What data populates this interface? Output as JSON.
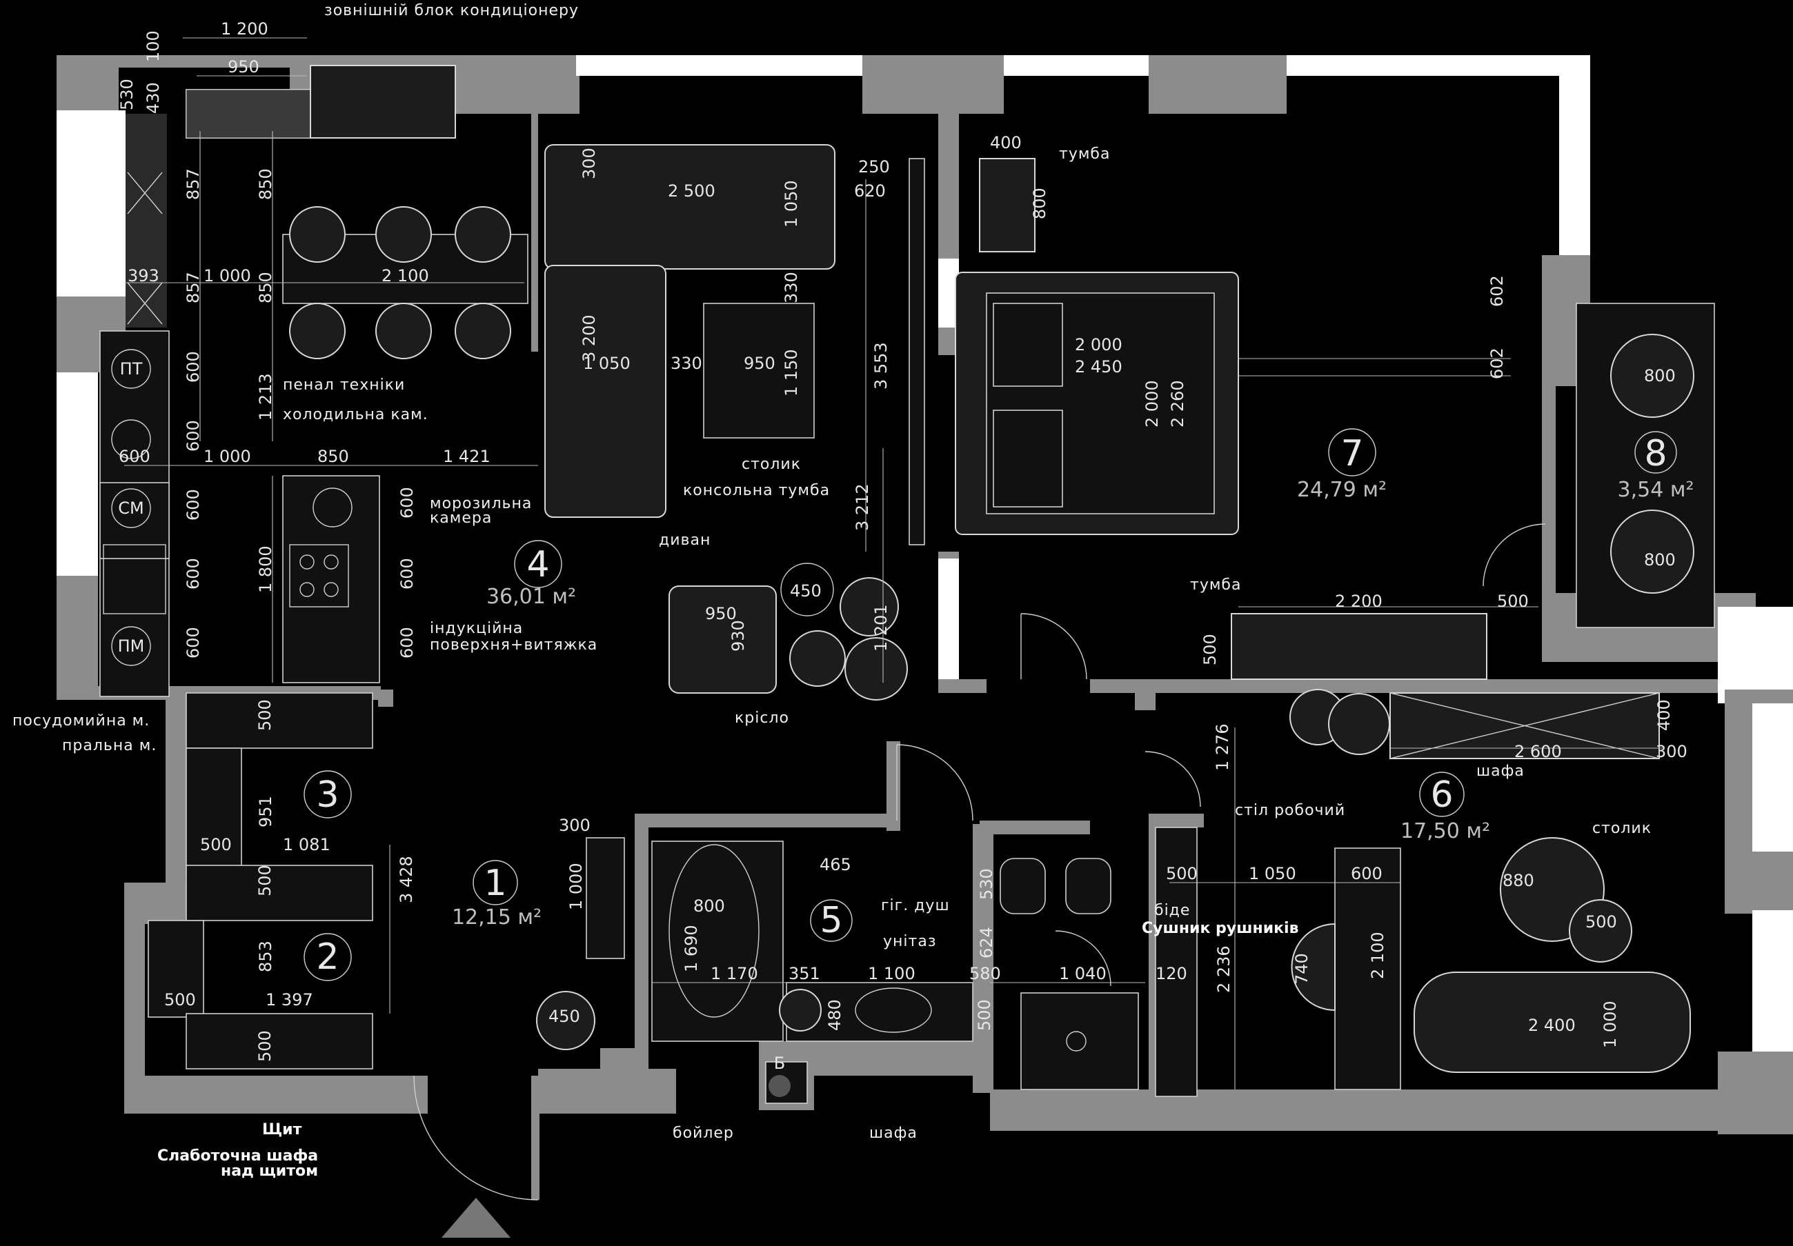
{
  "rooms": [
    {
      "id": "1",
      "number": "1",
      "area": "12,15 м²"
    },
    {
      "id": "2",
      "number": "2",
      "area": ""
    },
    {
      "id": "3",
      "number": "3",
      "area": ""
    },
    {
      "id": "4",
      "number": "4",
      "area": "36,01 м²"
    },
    {
      "id": "5",
      "number": "5",
      "area": ""
    },
    {
      "id": "6",
      "number": "6",
      "area": "17,50 м²"
    },
    {
      "id": "7",
      "number": "7",
      "area": "24,79 м²"
    },
    {
      "id": "8",
      "number": "8",
      "area": "3,54 м²"
    }
  ],
  "labels": {
    "ac_unit": "зовнішній блок кондиціонеру",
    "pantry": "пенал техніки",
    "fridge": "холодильна кам.",
    "freezer_1": "морозильна",
    "freezer_2": "камера",
    "induction_1": "індукційна",
    "induction_2": "поверхня+витяжка",
    "dishwasher": "посудомийна м.",
    "washer": "пральна м.",
    "table_small": "столик",
    "console": "консольна тумба",
    "sofa": "диван",
    "armchair": "крісло",
    "nightstand_top": "тумба",
    "nightstand_mid": "тумба",
    "wardrobe_6": "шафа",
    "desk": "стіл робочий",
    "coffee_table": "столик",
    "hyg_shower": "гіг. душ",
    "toilet": "унітаз",
    "bidet": "біде",
    "towel_dryer": "Сушник рушників",
    "boiler": "бойлер",
    "wardrobe_5": "шафа",
    "panel": "Щит",
    "lowcurrent_1": "Слаботочна шафа",
    "lowcurrent_2": "над щитом",
    "boiler_mark": "Б"
  },
  "appliances": {
    "pt": "ПТ",
    "sm": "СМ",
    "pm": "ПМ"
  },
  "dims": {
    "d1200": "1 200",
    "d950a": "950",
    "d100": "100",
    "d530": "530",
    "d430": "430",
    "d857a": "857",
    "d850a": "850",
    "d857b": "857",
    "d850b": "850",
    "d393": "393",
    "d1000a": "1 000",
    "d2100": "2 100",
    "d600a": "600",
    "d1213": "1 213",
    "d600b": "600",
    "d600c": "600",
    "d1000b": "1 000",
    "d850c": "850",
    "d1421": "1 421",
    "d600d": "600",
    "d600e": "600",
    "d1800": "1 800",
    "d600f": "600",
    "d600g": "600",
    "d600h": "600",
    "d600i": "600",
    "d300a": "300",
    "d2500": "2 500",
    "d1050a": "1 050",
    "d3200": "3 200",
    "d330a": "330",
    "d1050b": "1 050",
    "d330b": "330",
    "d950b": "950",
    "d1150": "1 150",
    "d250": "250",
    "d620": "620",
    "d3553": "3 553",
    "d3212": "3 212",
    "d1201": "1 201",
    "d450a": "450",
    "d950c": "950",
    "d930": "930",
    "d400a": "400",
    "d800a": "800",
    "d2000a": "2 000",
    "d2450": "2 450",
    "d2000b": "2 000",
    "d2260": "2 260",
    "d602a": "602",
    "d602b": "602",
    "d800b": "800",
    "d800c": "800",
    "d2200": "2 200",
    "d500a": "500",
    "d500b": "500",
    "d400b": "400",
    "d2600": "2 600",
    "d300b": "300",
    "d1276": "1 276",
    "d1050c": "1 050",
    "d600j": "600",
    "d880": "880",
    "d500c": "500",
    "d2236": "2 236",
    "d740": "740",
    "d2100b": "2 100",
    "d2400": "2 400",
    "d1000c": "1 000",
    "d500d": "500",
    "d951": "951",
    "d500e": "500",
    "d1081": "1 081",
    "d3428": "3 428",
    "d500f": "500",
    "d853": "853",
    "d500g": "500",
    "d1397": "1 397",
    "d500h": "500",
    "d300c": "300",
    "d1000d": "1 000",
    "d465": "465",
    "d800d": "800",
    "d1690": "1 690",
    "d1170": "1 170",
    "d351": "351",
    "d1100": "1 100",
    "d580": "580",
    "d1040": "1 040",
    "d120": "120",
    "d530b": "530",
    "d624": "624",
    "d480": "480",
    "d500i": "500",
    "d500j": "500",
    "d450b": "450"
  }
}
